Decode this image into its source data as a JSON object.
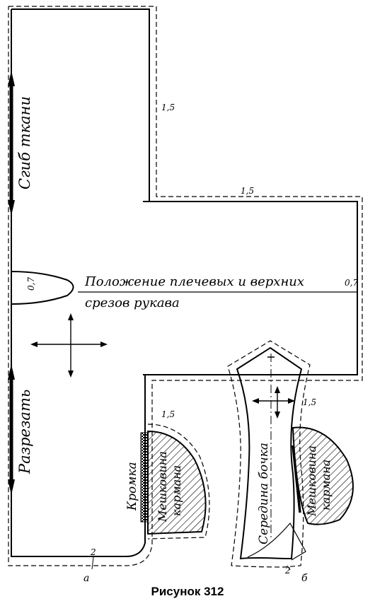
{
  "figure": {
    "caption": "Рисунок 312",
    "sub_label_a": "а",
    "sub_label_b": "б"
  },
  "labels": {
    "fold": "Сгиб ткани",
    "cut": "Разрезать",
    "shoulder_line_1": "Положение плечевых и верхних",
    "shoulder_line_2": "срезов рукава",
    "selvedge": "Кромка",
    "pocket_bag_1": "Мешковина",
    "pocket_bag_2": "кармана",
    "side_panel_center": "Середина бочка"
  },
  "dimensions": {
    "allowance_1_5": "1,5",
    "allowance_0_7": "0,7",
    "allowance_2": "2"
  },
  "colors": {
    "ink": "#000000",
    "paper": "#ffffff"
  }
}
